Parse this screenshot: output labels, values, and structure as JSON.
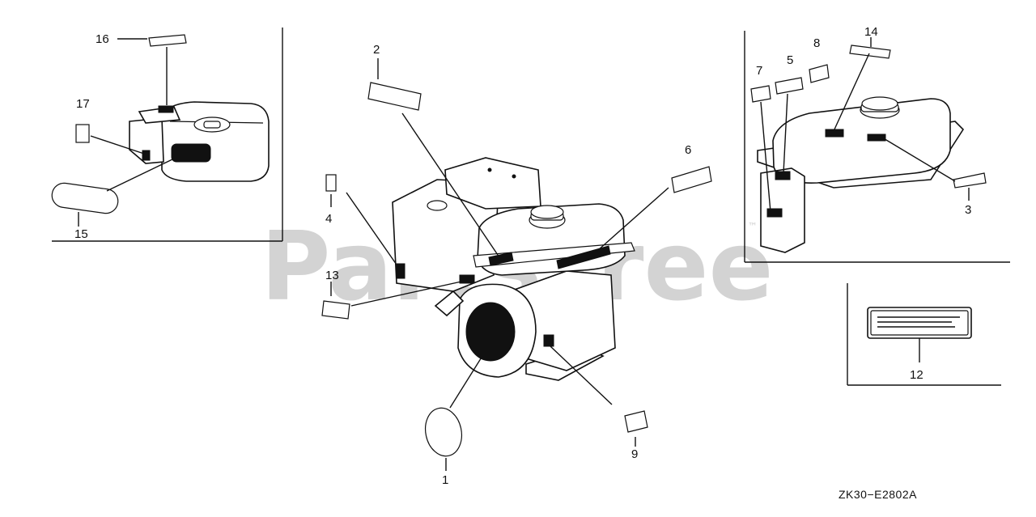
{
  "watermark": {
    "text": "PartsTree",
    "trademark": "™"
  },
  "drawing_code": "ZK30−E2802A",
  "callouts": [
    "1",
    "2",
    "3",
    "4",
    "5",
    "6",
    "7",
    "8",
    "9",
    "12",
    "13",
    "14",
    "15",
    "16",
    "17"
  ]
}
